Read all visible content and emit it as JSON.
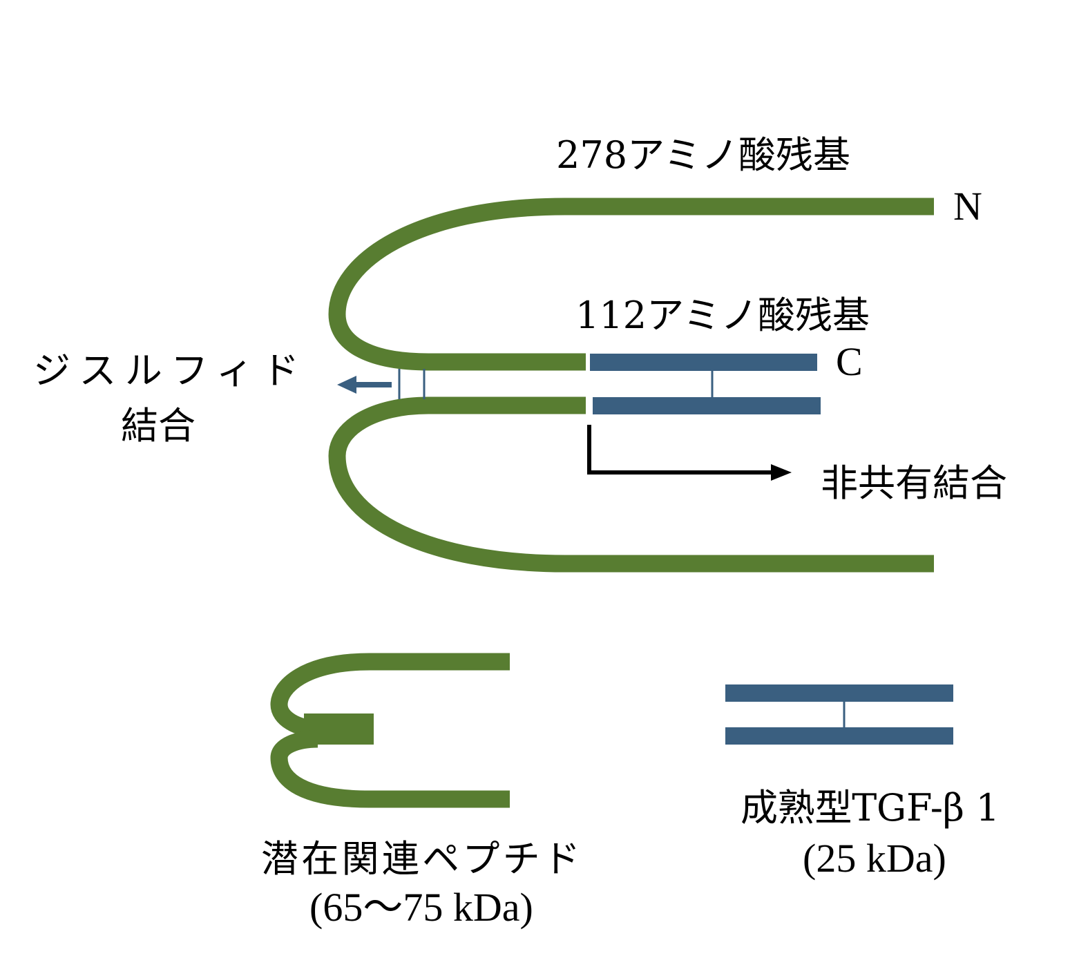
{
  "colors": {
    "latent_peptide": "#587d31",
    "mature_tgf": "#3a5f80",
    "arrow": "#000000"
  },
  "labels": {
    "residues_278": "278アミノ酸残基",
    "n_terminus": "N",
    "residues_112": "112アミノ酸残基",
    "c_terminus": "C",
    "disulfide_line1": "ジスルフィド",
    "disulfide_line2": "結合",
    "noncovalent": "非共有結合",
    "lap_name": "潜在関連ペプチド",
    "lap_mass": "(65～75 kDa)",
    "mature_name": "成熟型TGF-β 1",
    "mature_mass": "(25 kDa)"
  }
}
